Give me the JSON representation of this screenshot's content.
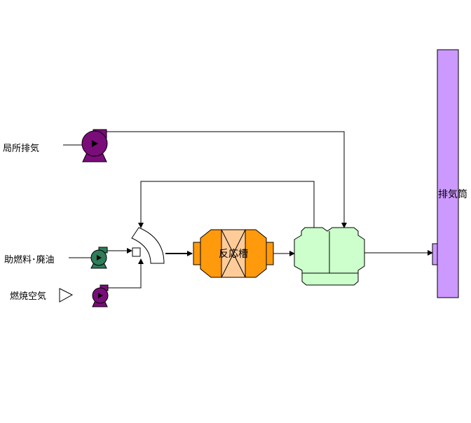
{
  "labels": {
    "local_exhaust": "局所排気",
    "aux_fuel": "助燃料･廃油",
    "combustion_air": "燃焼空気",
    "reactor": "反応槽",
    "stack": "排気筒"
  },
  "colors": {
    "pump_purple": "#7a0d7a",
    "pump_green": "#2e7d5b",
    "reactor_orange": "#ff9a0c",
    "reactor_core": "#ffcc99",
    "scrubber_green": "#ccffcc",
    "stack_violet": "#cc99ff",
    "line": "#000000"
  }
}
